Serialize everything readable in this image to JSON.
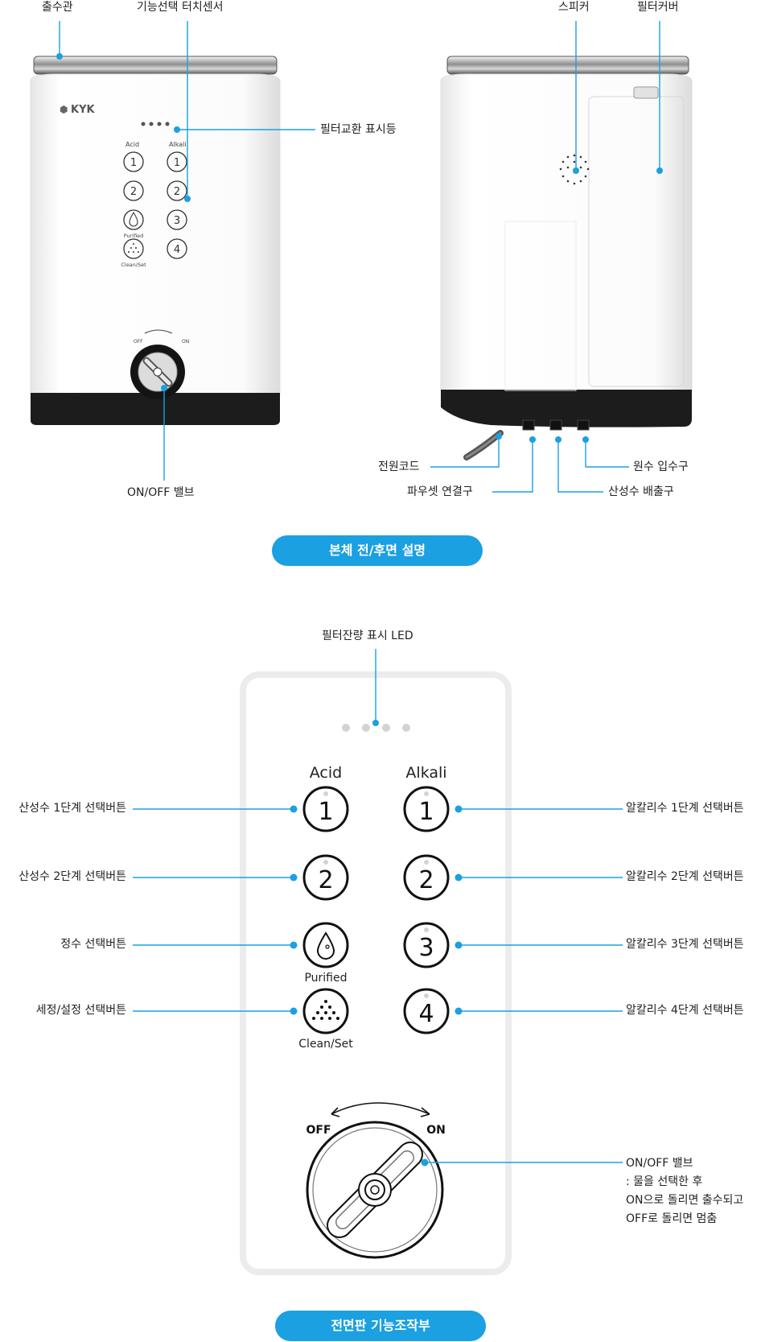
{
  "section1": {
    "callouts": {
      "outlet": "출수관",
      "touch_sensor": "기능선택 터치센서",
      "speaker": "스피커",
      "filter_cover": "필터커버",
      "filter_lamp": "필터교환 표시등",
      "power_cord": "전원코드",
      "raw_water_inlet": "원수 입수구",
      "faucet_connector": "파우셋 연결구",
      "acid_outlet": "산성수 배출구",
      "valve": "ON/OFF 밸브"
    },
    "device_text": {
      "brand": "KYK",
      "acid": "Acid",
      "alkali": "Alkali",
      "purified": "Purified",
      "clean_set": "Clean/Set",
      "off": "OFF",
      "on": "ON",
      "btn_1": "1",
      "btn_2": "2",
      "btn_3": "3",
      "btn_4": "4"
    },
    "caption": "본체 전/후면 설명"
  },
  "section2": {
    "led_label": "필터잔량 표시 LED",
    "panel": {
      "acid": "Acid",
      "alkali": "Alkali",
      "acid_buttons": [
        "1",
        "2"
      ],
      "alkali_buttons": [
        "1",
        "2",
        "3",
        "4"
      ],
      "purified": "Purified",
      "clean_set": "Clean/Set",
      "off": "OFF",
      "on": "ON"
    },
    "left_callouts": [
      "산성수 1단계 선택버튼",
      "산성수 2단계 선택버튼",
      "정수 선택버튼",
      "세정/설정 선택버튼"
    ],
    "right_callouts": [
      "알칼리수 1단계 선택버튼",
      "알칼리수 2단계 선택버튼",
      "알칼리수 3단계 선택버튼",
      "알칼리수 4단계 선택버튼"
    ],
    "valve_note": [
      "ON/OFF 밸브",
      ": 물을 선택한 후",
      "ON으로 돌리면 출수되고",
      "OFF로 돌리면 멈춤"
    ],
    "caption": "전면판 기능조작부"
  },
  "colors": {
    "accent": "#1ba0e1",
    "device_black": "#1c1c1c",
    "device_white": "#f7f7f7"
  }
}
